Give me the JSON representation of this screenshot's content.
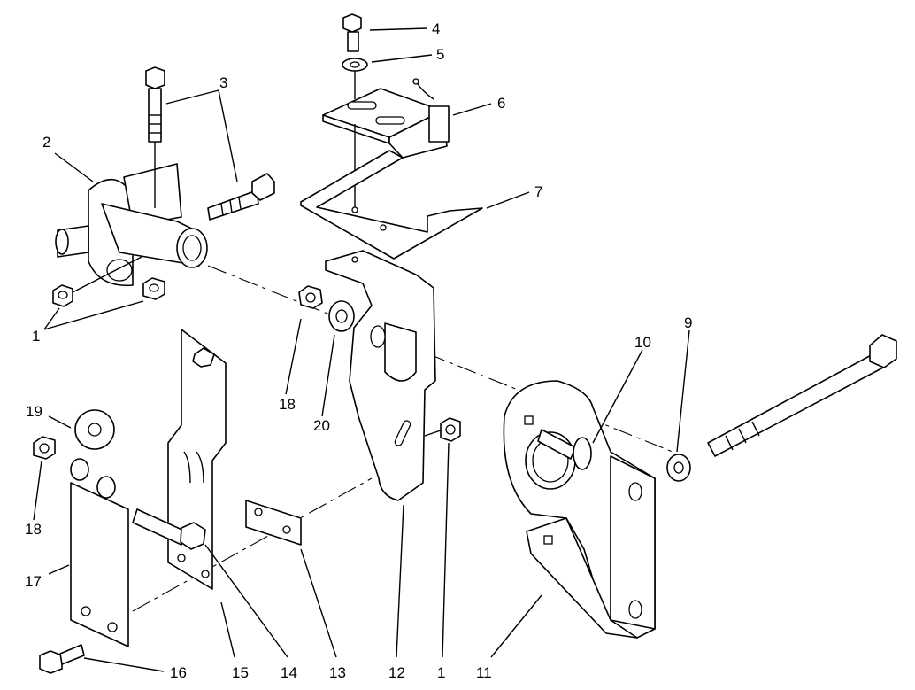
{
  "diagram": {
    "callouts": [
      {
        "id": "c1a",
        "label": "1"
      },
      {
        "id": "c1b",
        "label": "1"
      },
      {
        "id": "c2",
        "label": "2"
      },
      {
        "id": "c3",
        "label": "3"
      },
      {
        "id": "c4",
        "label": "4"
      },
      {
        "id": "c5",
        "label": "5"
      },
      {
        "id": "c6",
        "label": "6"
      },
      {
        "id": "c7",
        "label": "7"
      },
      {
        "id": "c9",
        "label": "9"
      },
      {
        "id": "c10",
        "label": "10"
      },
      {
        "id": "c11",
        "label": "11"
      },
      {
        "id": "c12",
        "label": "12"
      },
      {
        "id": "c13",
        "label": "13"
      },
      {
        "id": "c14",
        "label": "14"
      },
      {
        "id": "c15",
        "label": "15"
      },
      {
        "id": "c16",
        "label": "16"
      },
      {
        "id": "c17",
        "label": "17"
      },
      {
        "id": "c18a",
        "label": "18"
      },
      {
        "id": "c18b",
        "label": "18"
      },
      {
        "id": "c19",
        "label": "19"
      },
      {
        "id": "c20",
        "label": "20"
      }
    ]
  }
}
